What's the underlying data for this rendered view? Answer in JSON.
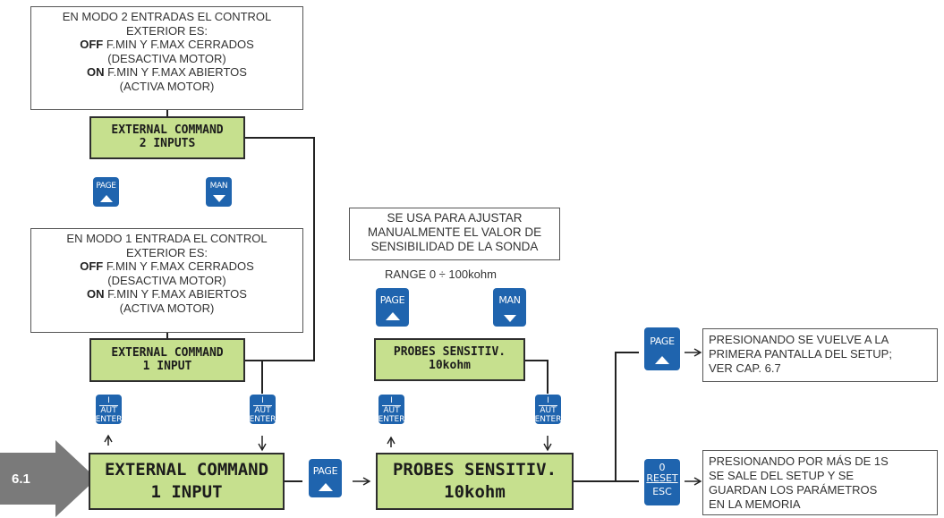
{
  "notes": {
    "two_inputs": {
      "line1": "EN MODO 2 ENTRADAS EL CONTROL",
      "line2": "EXTERIOR ES:",
      "off_key": "OFF",
      "off_text": " F.MIN Y F.MAX CERRADOS",
      "off_sub": "(DESACTIVA MOTOR)",
      "on_key": "ON",
      "on_text": " F.MIN Y F.MAX ABIERTOS",
      "on_sub": "(ACTIVA MOTOR)"
    },
    "one_input": {
      "line1": "EN MODO 1 ENTRADA EL CONTROL",
      "line2": "EXTERIOR ES:",
      "off_key": "OFF",
      "off_text": " F.MIN Y F.MAX CERRADOS",
      "off_sub": "(DESACTIVA MOTOR)",
      "on_key": "ON",
      "on_text": " F.MIN Y F.MAX ABIERTOS",
      "on_sub": "(ACTIVA MOTOR)"
    },
    "sensitivity": {
      "line1": "SE USA PARA AJUSTAR",
      "line2": "MANUALMENTE EL VALOR DE",
      "line3": "SENSIBILIDAD DE LA SONDA"
    },
    "range": "RANGE 0 ÷ 100kohm",
    "page_note": {
      "line1": "PRESIONANDO SE VUELVE A LA",
      "line2": "PRIMERA PANTALLA DEL SETUP;",
      "line3": "VER CAP. 6.7"
    },
    "reset_note": {
      "line1": "PRESIONANDO POR MÁS DE 1S",
      "line2": "SE SALE DEL SETUP Y SE",
      "line3": "GUARDAN LOS PARÁMETROS",
      "line4": "EN LA MEMORIA"
    }
  },
  "displays": {
    "ext_2inputs": {
      "line1": "EXTERNAL COMMAND",
      "line2": "2 INPUTS"
    },
    "ext_1input_small": {
      "line1": "EXTERNAL COMMAND",
      "line2": "1 INPUT"
    },
    "ext_1input_main": {
      "line1": "EXTERNAL COMMAND",
      "line2": "1 INPUT"
    },
    "probes_small": {
      "line1": "PROBES SENSITIV.",
      "line2": "10kohm"
    },
    "probes_main": {
      "line1": "PROBES SENSITIV.",
      "line2": "10kohm"
    }
  },
  "buttons": {
    "page": "PAGE",
    "man": "MAN",
    "aut_top": "I",
    "aut": "AUT",
    "enter": "ENTER",
    "reset_top": "0",
    "reset": "RESET",
    "esc": "ESC"
  },
  "section": "6.1",
  "colors": {
    "lcd": "#c6e08e",
    "button": "#1f64ae",
    "tab": "#7a7a7a"
  }
}
